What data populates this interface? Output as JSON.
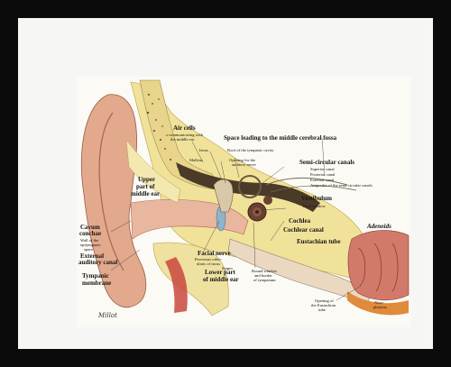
{
  "labels": {
    "air_cells": "Air cells",
    "air_cells_sub1": "communicating with",
    "air_cells_sub2": "the middle ear",
    "space_fossa": "Space leading to the middle cerebral fossa",
    "incus": "Incus",
    "roof": "Roof of the tympanic cavity",
    "malleus": "Malleus",
    "opening_auditory1": "Opening for the",
    "opening_auditory2": "auditory nerve",
    "semi_canals": "Semi-circular canals",
    "superior_canal": "Superior canal",
    "posterior_canal": "Posterior canal",
    "external_canal": "External canal",
    "ampoules": "Ampoules of the semi-circular canals",
    "upper_part1": "Upper",
    "upper_part2": "part of",
    "upper_part3": "middle ear",
    "vestibulum": "Vestibulum",
    "oval_window": "Oval window",
    "cochlea": "Cochlea",
    "cochlear_canal": "Cochlear canal",
    "adenoids": "Adenoids",
    "eustachian_tube": "Eustachian tube",
    "cavum1": "Cavum",
    "cavum2": "conchae",
    "wall1": "Wall of the",
    "wall2": "epitympanic",
    "wall3": "space",
    "external_auditory1": "External",
    "external_auditory2": "auditory canal",
    "facial_nerve": "Facial nerve",
    "processus1": "Processus orbic-",
    "processus2": "ularis of incus",
    "stapes": "Stapes",
    "lower_part1": "Lower part",
    "lower_part2": "of middle ear",
    "round_window1": "Round window",
    "round_window2": "and border",
    "round_window3": "of tympanum",
    "tympanic1": "Tympanic",
    "tympanic2": "membrane",
    "opening_eust1": "Opening of",
    "opening_eust2": "the Eustachian",
    "opening_eust3": "tube",
    "naso1": "Naso-",
    "naso2": "pharynx",
    "signature": "Millot"
  }
}
